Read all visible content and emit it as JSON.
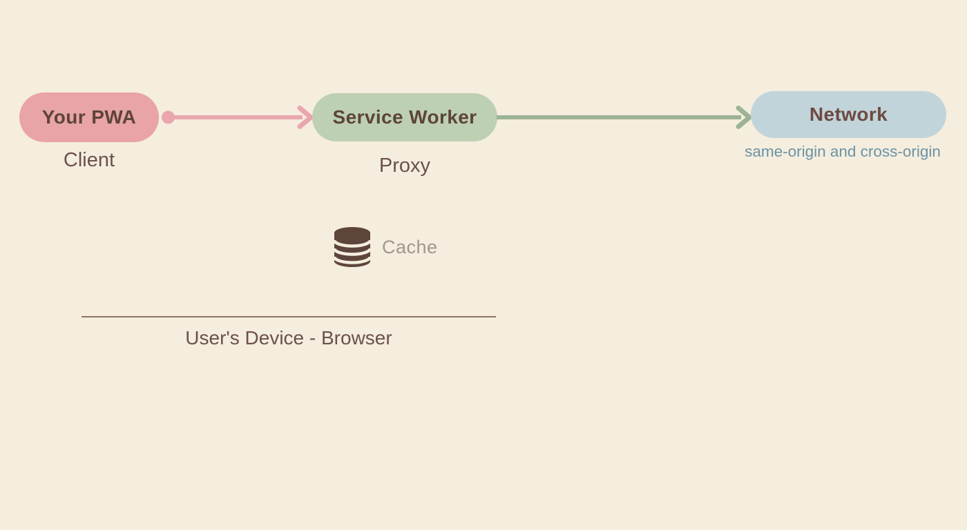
{
  "diagram": {
    "nodes": {
      "pwa": {
        "label": "Your PWA",
        "sublabel": "Client"
      },
      "service_worker": {
        "label": "Service Worker",
        "sublabel": "Proxy"
      },
      "network": {
        "label": "Network",
        "sublabel": "same-origin and cross-origin"
      }
    },
    "cache": {
      "label": "Cache",
      "icon": "database-icon"
    },
    "device": {
      "label": "User's Device - Browser"
    },
    "colors": {
      "background": "#f5edde",
      "pwa_fill": "#e8a4a8",
      "service_worker_fill": "#bdd0b3",
      "network_fill": "#c1d4da",
      "pink_arrow": "#e9a6ad",
      "green_arrow": "#9db395",
      "pill_text": "#5e443b",
      "network_text": "#6d4a41",
      "label_text": "#6b514b",
      "origin_text": "#6b93a4",
      "cache_icon": "#5d453c",
      "cache_label": "#a1978d",
      "device_line": "#8a7265"
    }
  }
}
